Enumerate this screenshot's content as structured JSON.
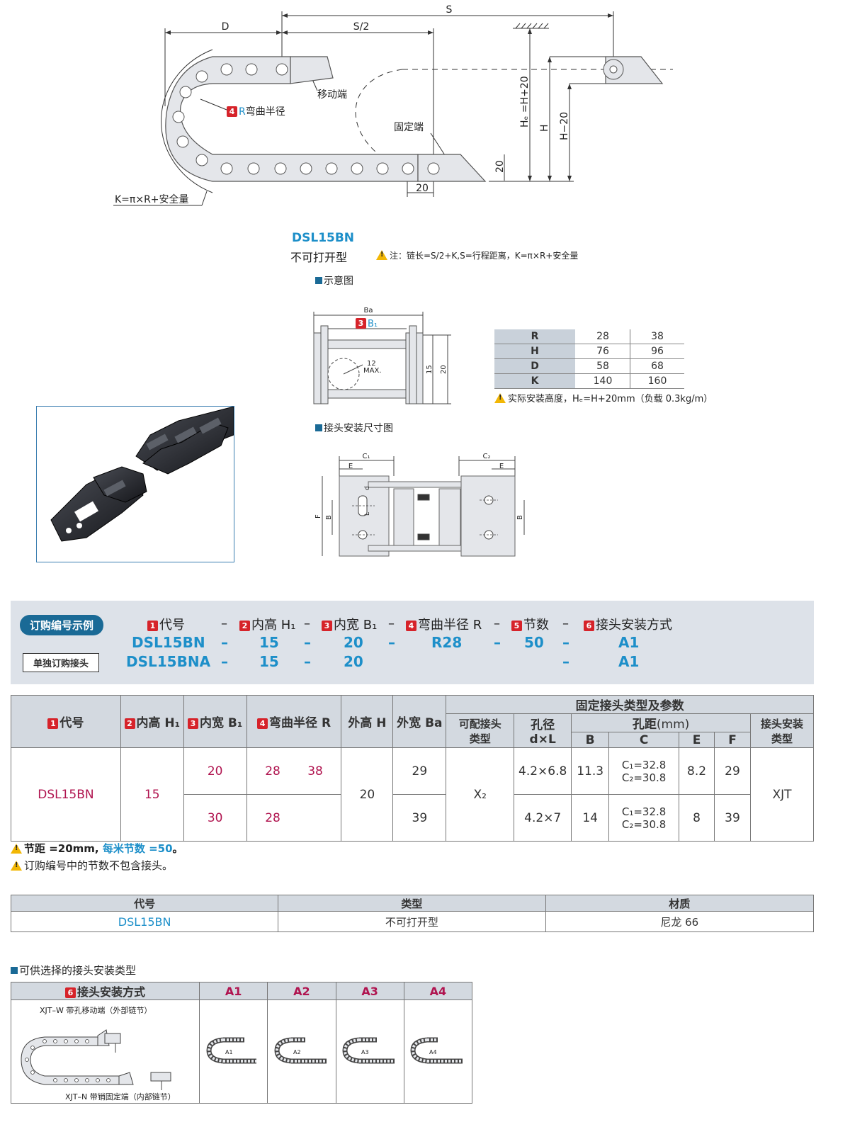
{
  "top": {
    "dim_s": "S",
    "dim_s2": "S/2",
    "dim_d": "D",
    "dim_hf": "Hₑ =H+20",
    "dim_h": "H",
    "dim_h20": "H−20",
    "dim_20a": "20",
    "dim_20b": "20",
    "moving_end": "移动端",
    "fixed_end": "固定端",
    "bend_badge": "4",
    "bend_r": "R",
    "bend_label": "弯曲半径",
    "k_formula": "K=π×R+安全量"
  },
  "product": {
    "code": "DSL15BN",
    "type": "不可打开型",
    "note": "注：链长=S/2+K,S=行程距离，K=π×R+安全量"
  },
  "schematic": {
    "title": "示意图",
    "ba": "Ba",
    "badge": "3",
    "b1": "B₁",
    "max_val": "12",
    "max_label": "MAX.",
    "d15": "15",
    "d20": "20"
  },
  "rtable": {
    "rows": [
      {
        "label": "R",
        "v1": "28",
        "v2": "38"
      },
      {
        "label": "H",
        "v1": "76",
        "v2": "96"
      },
      {
        "label": "D",
        "v1": "58",
        "v2": "68"
      },
      {
        "label": "K",
        "v1": "140",
        "v2": "160"
      }
    ],
    "note": "实际安装高度，Hₑ=H+20mm（负载 0.3kg/m）"
  },
  "joint": {
    "title": "接头安装尺寸图",
    "c1": "C₁",
    "c2": "C₂",
    "e": "E",
    "d": "d",
    "l": "L",
    "f": "F",
    "b": "B"
  },
  "order": {
    "pill": "订购编号示例",
    "single": "单独订购接头",
    "dash": "–",
    "headers": [
      {
        "n": "1",
        "t": "代号"
      },
      {
        "n": "2",
        "t": "内高 H₁"
      },
      {
        "n": "3",
        "t": "内宽 B₁"
      },
      {
        "n": "4",
        "t": "弯曲半径 R"
      },
      {
        "n": "5",
        "t": "节数"
      },
      {
        "n": "6",
        "t": "接头安装方式"
      }
    ],
    "row1": [
      "DSL15BN",
      "15",
      "20",
      "R28",
      "50",
      "A1"
    ],
    "row2": [
      "DSL15BNA",
      "15",
      "20",
      "A1"
    ]
  },
  "spec": {
    "h_code_n": "1",
    "h_code": "代号",
    "h_h1_n": "2",
    "h_h1": "内高 H₁",
    "h_b1_n": "3",
    "h_b1": "内宽 B₁",
    "h_r_n": "4",
    "h_r": "弯曲半径 R",
    "h_outer_h": "外高 H",
    "h_outer_ba": "外宽 Ba",
    "h_fixed": "固定接头类型及参数",
    "h_matchable": "可配接头类型",
    "h_hole": "孔径 d×L",
    "h_pitch": "孔距",
    "h_pitch_unit": "(mm)",
    "h_b": "B",
    "h_c": "C",
    "h_e": "E",
    "h_f": "F",
    "h_mount": "接头安装类型",
    "code": "DSL15BN",
    "h1": "15",
    "outer_h": "20",
    "matchable": "X₂",
    "mount": "XJT",
    "rows": [
      {
        "b1": "20",
        "r1": "28",
        "r2": "38",
        "ba": "29",
        "hole": "4.2×6.8",
        "b": "11.3",
        "c1": "C₁=32.8",
        "c2": "C₂=30.8",
        "e": "8.2",
        "f": "29"
      },
      {
        "b1": "30",
        "r1": "28",
        "r2": "",
        "ba": "39",
        "hole": "4.2×7",
        "b": "14",
        "c1": "C₁=32.8",
        "c2": "C₂=30.8",
        "e": "8",
        "f": "39"
      }
    ]
  },
  "notes": {
    "n1_a": "节距 =20mm,",
    "n1_b": "每米节数 =50",
    "n1_c": "。",
    "n2": "订购编号中的节数不包含接头。"
  },
  "material": {
    "headers": [
      "代号",
      "类型",
      "材质"
    ],
    "row": [
      "DSL15BN",
      "不可打开型",
      "尼龙 66"
    ]
  },
  "mounting": {
    "title": "可供选择的接头安装类型",
    "h_n": "6",
    "h_label": "接头安装方式",
    "types": [
      "A1",
      "A2",
      "A3",
      "A4"
    ],
    "xjt_w": "XJT–W 带孔移动端（外部链节）",
    "xjt_n": "XJT–N 带销固定端（内部链节）"
  },
  "colors": {
    "accent_blue": "#1d8fc9",
    "magenta": "#b0144f",
    "badge_red": "#d6232a",
    "header_grey": "#d3d9e0",
    "band_grey": "#dde2e9"
  }
}
